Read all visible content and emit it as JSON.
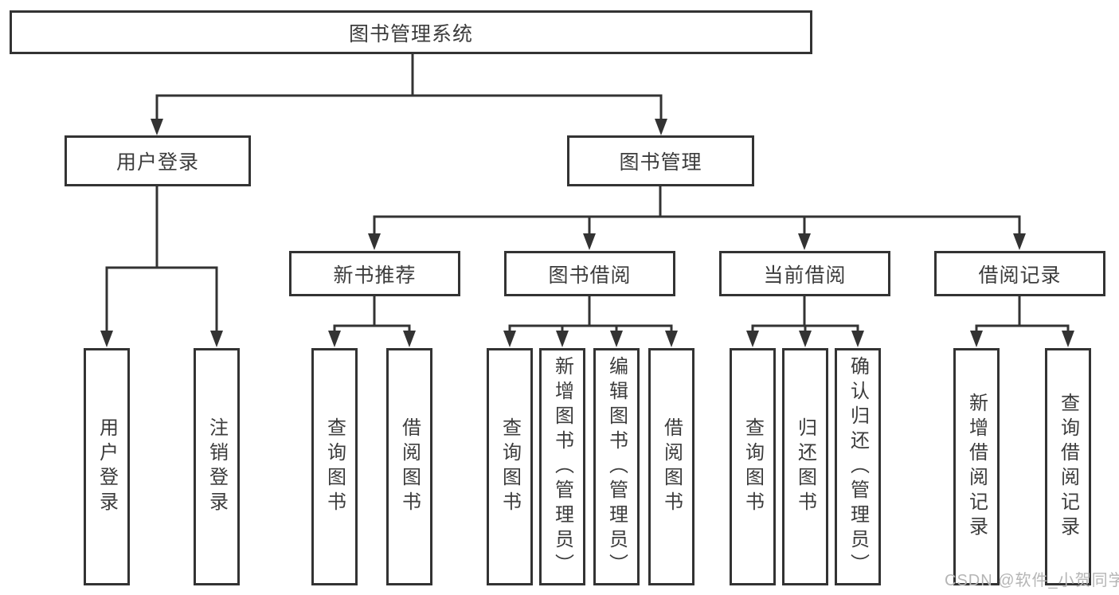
{
  "tree": {
    "root": {
      "label": "图书管理系统",
      "children": [
        {
          "label": "用户登录",
          "children": [
            {
              "label": "用户登录"
            },
            {
              "label": "注销登录"
            }
          ]
        },
        {
          "label": "图书管理",
          "children": [
            {
              "label": "新书推荐",
              "children": [
                {
                  "label": "查询图书"
                },
                {
                  "label": "借阅图书"
                }
              ]
            },
            {
              "label": "图书借阅",
              "children": [
                {
                  "label": "查询图书"
                },
                {
                  "label": "新增图书（管理员）"
                },
                {
                  "label": "编辑图书（管理员）"
                },
                {
                  "label": "借阅图书"
                }
              ]
            },
            {
              "label": "当前借阅",
              "children": [
                {
                  "label": "查询图书"
                },
                {
                  "label": "归还图书"
                },
                {
                  "label": "确认归还（管理员）"
                }
              ]
            },
            {
              "label": "借阅记录",
              "children": [
                {
                  "label": "新增借阅记录"
                },
                {
                  "label": "查询借阅记录"
                }
              ]
            }
          ]
        }
      ]
    }
  },
  "watermark": {
    "text": "CSDN @软件_小贺同学"
  },
  "colors": {
    "line": "#333333",
    "text": "#3c3c3c",
    "watermark_gray": "#b5b5b5",
    "background": "#ffffff"
  }
}
